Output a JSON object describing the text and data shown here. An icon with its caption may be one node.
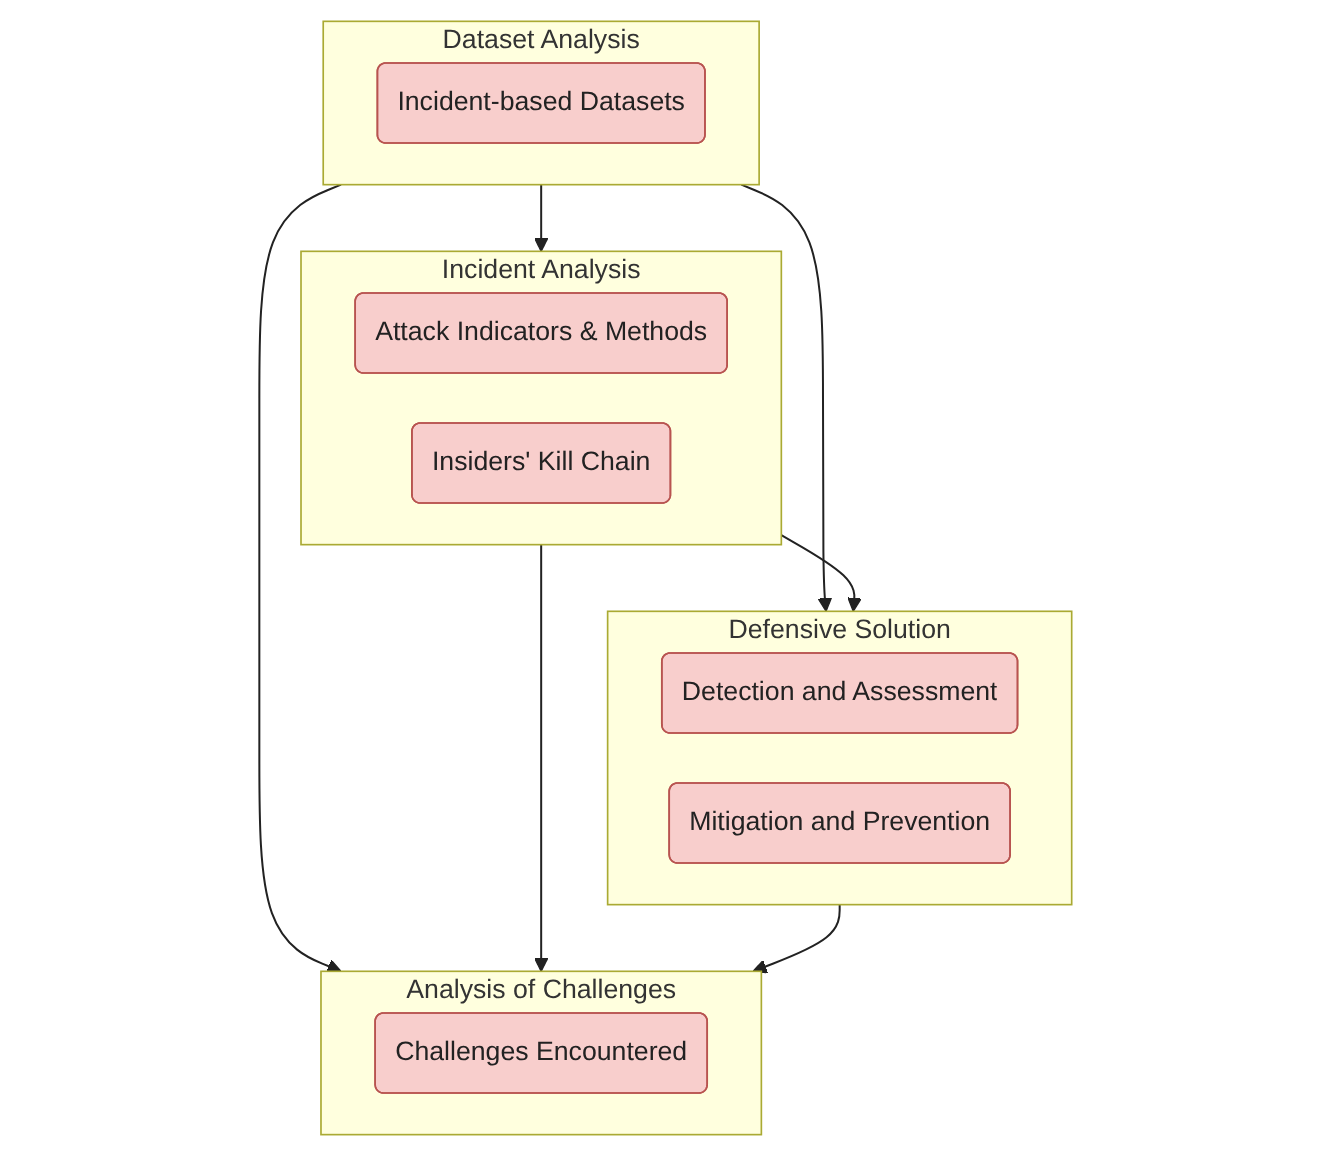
{
  "diagram": {
    "nodes": [
      {
        "text": [
          "Dataset Analysis"
        ]
      },
      {
        "text": [
          "Incident-based Datasets"
        ],
        "in": 0
      },
      {
        "text": [
          "Incident Analysis"
        ]
      },
      {
        "text": [
          "Attack Indicators & Methods"
        ],
        "in": 2
      },
      {
        "text": [
          "Insiders' Kill Chain"
        ],
        "in": 2
      },
      {
        "text": [
          "Defensive Solution"
        ]
      },
      {
        "text": [
          "Detection and Assessment"
        ],
        "in": 5
      },
      {
        "text": [
          "Mitigation and Prevention"
        ],
        "in": 5
      },
      {
        "text": [
          "Analysis of Challenges"
        ]
      },
      {
        "text": [
          "Challenges Encountered"
        ],
        "in": 8
      }
    ],
    "edges": [
      {
        "from": 0,
        "to": 2,
        "arrow": "to"
      },
      {
        "from": 0,
        "to": 5,
        "arrow": "to"
      },
      {
        "from": 0,
        "to": 8,
        "arrow": "to"
      },
      {
        "from": 2,
        "to": 5,
        "arrow": "to"
      },
      {
        "from": 2,
        "to": 8,
        "arrow": "to"
      },
      {
        "from": 5,
        "to": 8,
        "arrow": "to"
      }
    ]
  }
}
